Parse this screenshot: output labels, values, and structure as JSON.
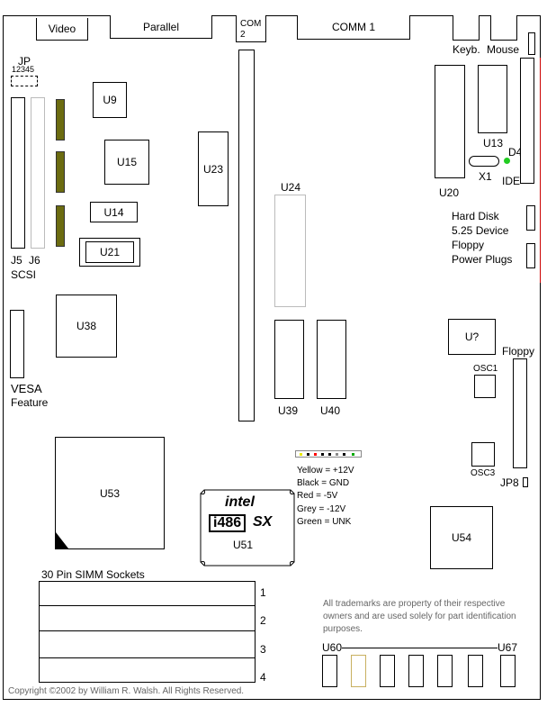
{
  "ports": {
    "video": "Video",
    "parallel": "Parallel",
    "com2": "COM\n2",
    "comm1": "COMM 1",
    "keyb": "Keyb.",
    "mouse": "Mouse"
  },
  "jumper": {
    "label": "JP",
    "pins": "12345"
  },
  "chips": {
    "u9": "U9",
    "u15": "U15",
    "u14": "U14",
    "u21": "U21",
    "u23": "U23",
    "u24": "U24",
    "u38": "U38",
    "u39": "U39",
    "u40": "U40",
    "u53": "U53",
    "u51": "U51",
    "u54": "U54",
    "uq": "U?",
    "u13": "U13",
    "u20": "U20",
    "osc1": "OSC1",
    "osc3": "OSC3",
    "x1": "X1",
    "d4": "D4"
  },
  "connectors": {
    "j5": "J5",
    "j6": "J6",
    "scsi": "SCSI",
    "vesa": "VESA",
    "feature": "Feature",
    "ide": "IDE",
    "floppy": "Floppy",
    "jp8": "JP8"
  },
  "power": {
    "hard_disk": "Hard Disk",
    "device_525": "5.25 Device",
    "floppy": "Floppy",
    "power_plugs": "Power Plugs"
  },
  "cpu": {
    "brand": "intel",
    "model": "i486",
    "suffix": "SX"
  },
  "legend": [
    {
      "text": "Yellow = +12V",
      "color": "#e8e800"
    },
    {
      "text": "Black = GND",
      "color": "#000000"
    },
    {
      "text": "Red = -5V",
      "color": "#ff0000"
    },
    {
      "text": "Grey = -12V",
      "color": "#888888"
    },
    {
      "text": "Green = UNK",
      "color": "#00aa00"
    }
  ],
  "simm": {
    "title": "30 Pin SIMM Sockets",
    "numbers": [
      "1",
      "2",
      "3",
      "4"
    ]
  },
  "trademark": "All trademarks are property of their respective owners and are used solely for part identification purposes.",
  "sockets": {
    "left": "U60",
    "right": "U67"
  },
  "copyright": "Copyright ©2002 by William R. Walsh. All Rights Reserved.",
  "colors": {
    "board_edge_red": "#cc0000",
    "led_green": "#22cc22",
    "olive": "#6b6b10"
  }
}
